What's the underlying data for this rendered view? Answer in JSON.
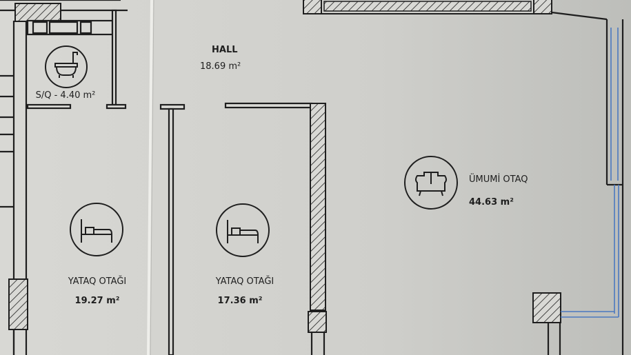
{
  "rooms": {
    "bathroom": {
      "label": "S/Q - 4.40 m²",
      "icon": "bathtub-icon"
    },
    "hall": {
      "name": "HALL",
      "area": "18.69 m²"
    },
    "bedroom_1": {
      "name": "YATAQ OTAĞI",
      "area": "19.27 m²",
      "icon": "bed-icon"
    },
    "bedroom_2": {
      "name": "YATAQ OTAĞI",
      "area": "17.36 m²",
      "icon": "bed-icon"
    },
    "living_room": {
      "name": "ÜMUMİ OTAQ",
      "area": "44.63 m²",
      "icon": "sofa-icon"
    }
  },
  "colors": {
    "paper": "#d6d6d2",
    "ink": "#1e1e1e",
    "window": "#4a78c0"
  }
}
